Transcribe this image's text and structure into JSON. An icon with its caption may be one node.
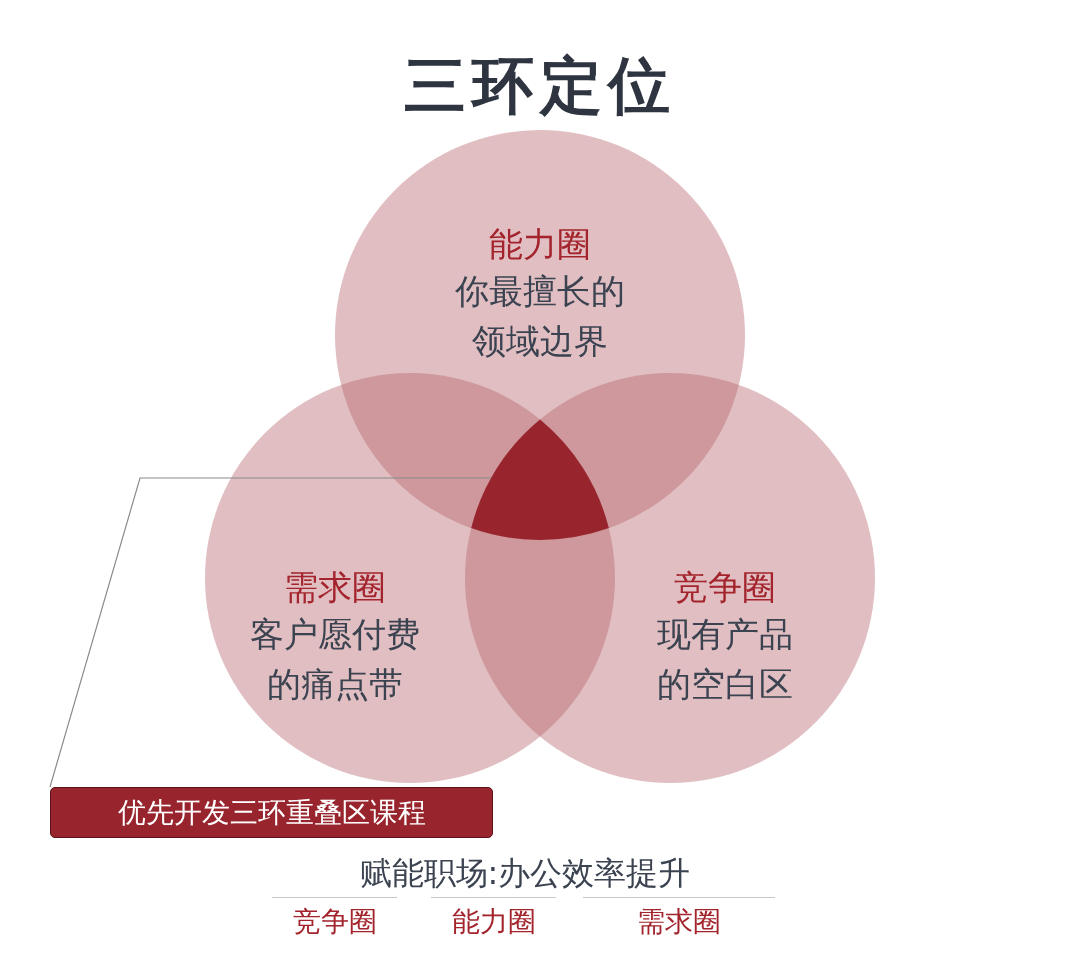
{
  "diagram": {
    "title": "三环定位",
    "nodes": [
      {
        "text": [
          "能力圈",
          "你最擅长的领域边界"
        ]
      },
      {
        "text": [
          "需求圈",
          "客户愿付费的痛点带"
        ]
      },
      {
        "text": [
          "竞争圈",
          "现有产品的空白区"
        ]
      },
      {
        "text": [],
        "shape": "triangle"
      },
      {
        "text": [
          "优先开发三环重叠区课程"
        ]
      }
    ],
    "edges": [
      {
        "from": 4,
        "to": 3,
        "arrow": "none"
      }
    ],
    "labels": [
      "赋能职场:办公效率提升",
      "竞争圈",
      "能力圈",
      "需求圈"
    ]
  }
}
